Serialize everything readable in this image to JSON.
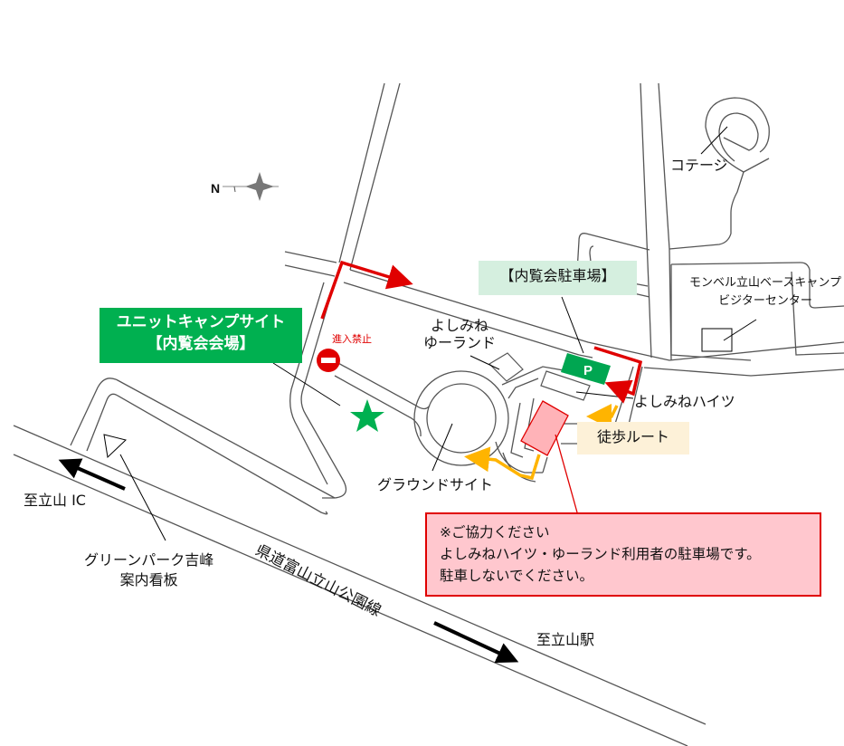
{
  "compass": {
    "north_label": "N"
  },
  "labels": {
    "unit_camp_site": [
      "ユニットキャンプサイト",
      "【内覧会会場】"
    ],
    "no_entry": "進入禁止",
    "yoshimine_yuland": [
      "よしみね",
      "ゆーランド"
    ],
    "exhibition_parking": "【内覧会駐車場】",
    "parking_symbol": "P",
    "yoshimine_heights": "よしみねハイツ",
    "walking_route": "徒歩ルート",
    "ground_site": "グラウンドサイト",
    "cottage": "コテージ",
    "visitor_center": [
      "モンベル立山ベースキャンプ",
      "ビジターセンター"
    ],
    "to_tateyama_ic": "至立山 IC",
    "to_tateyama_station": "至立山駅",
    "green_park_sign": [
      "グリーンパーク吉峰",
      "案内看板"
    ],
    "prefectural_road": "県道富山立山公園線"
  },
  "notice": {
    "lines": [
      "※ご協力ください",
      "よしみねハイツ・ゆーランド利用者の駐車場です。",
      "駐車しないでください。"
    ]
  },
  "colors": {
    "venue_green": "#00b050",
    "parking_green": "#00a651",
    "mint_label": "#d5efdf",
    "cream_label": "#fdf1d8",
    "route_red": "#e00000",
    "walk_orange": "#ffb400",
    "warn_pink": "#ffc7ce",
    "road_line": "#555555"
  },
  "icons": {
    "venue_marker": "green-star",
    "no_entry": "no-entry-sign",
    "sign_board": "triangle-marker",
    "compass": "compass-rose"
  }
}
